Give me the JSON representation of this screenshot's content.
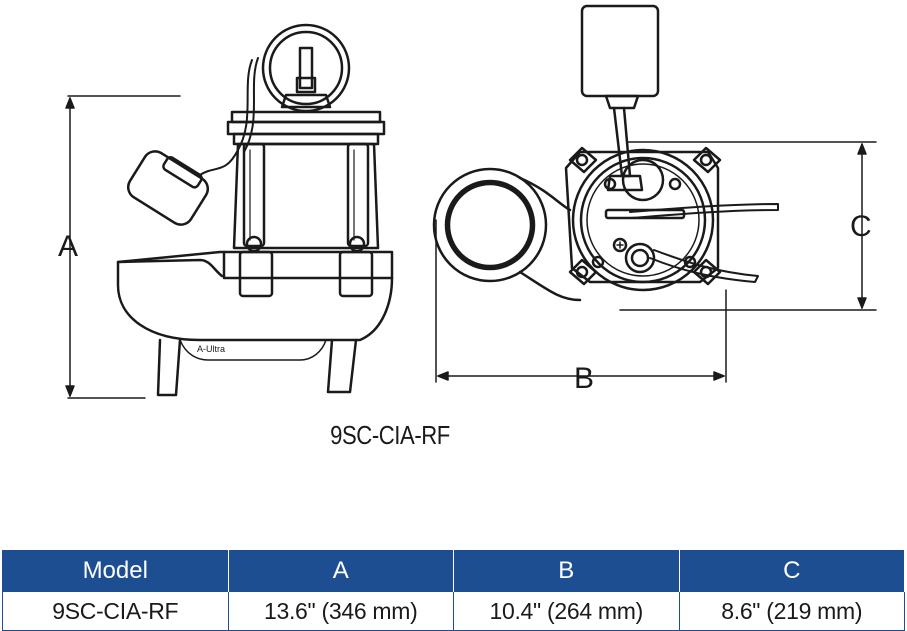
{
  "diagram": {
    "side_view": {
      "height_label": "A",
      "brand_mark": "A-Ultra"
    },
    "top_view": {
      "width_label": "B",
      "depth_label": "C"
    },
    "model_caption": "9SC-CIA-RF"
  },
  "table": {
    "headers": [
      "Model",
      "A",
      "B",
      "C"
    ],
    "rows": [
      [
        "9SC-CIA-RF",
        "13.6\" (346 mm)",
        "10.4\" (264 mm)",
        "8.6\" (219 mm)"
      ]
    ]
  },
  "colors": {
    "header_bg": "#1d4e92",
    "header_text": "#ffffff",
    "line": "#1a1a1a"
  }
}
